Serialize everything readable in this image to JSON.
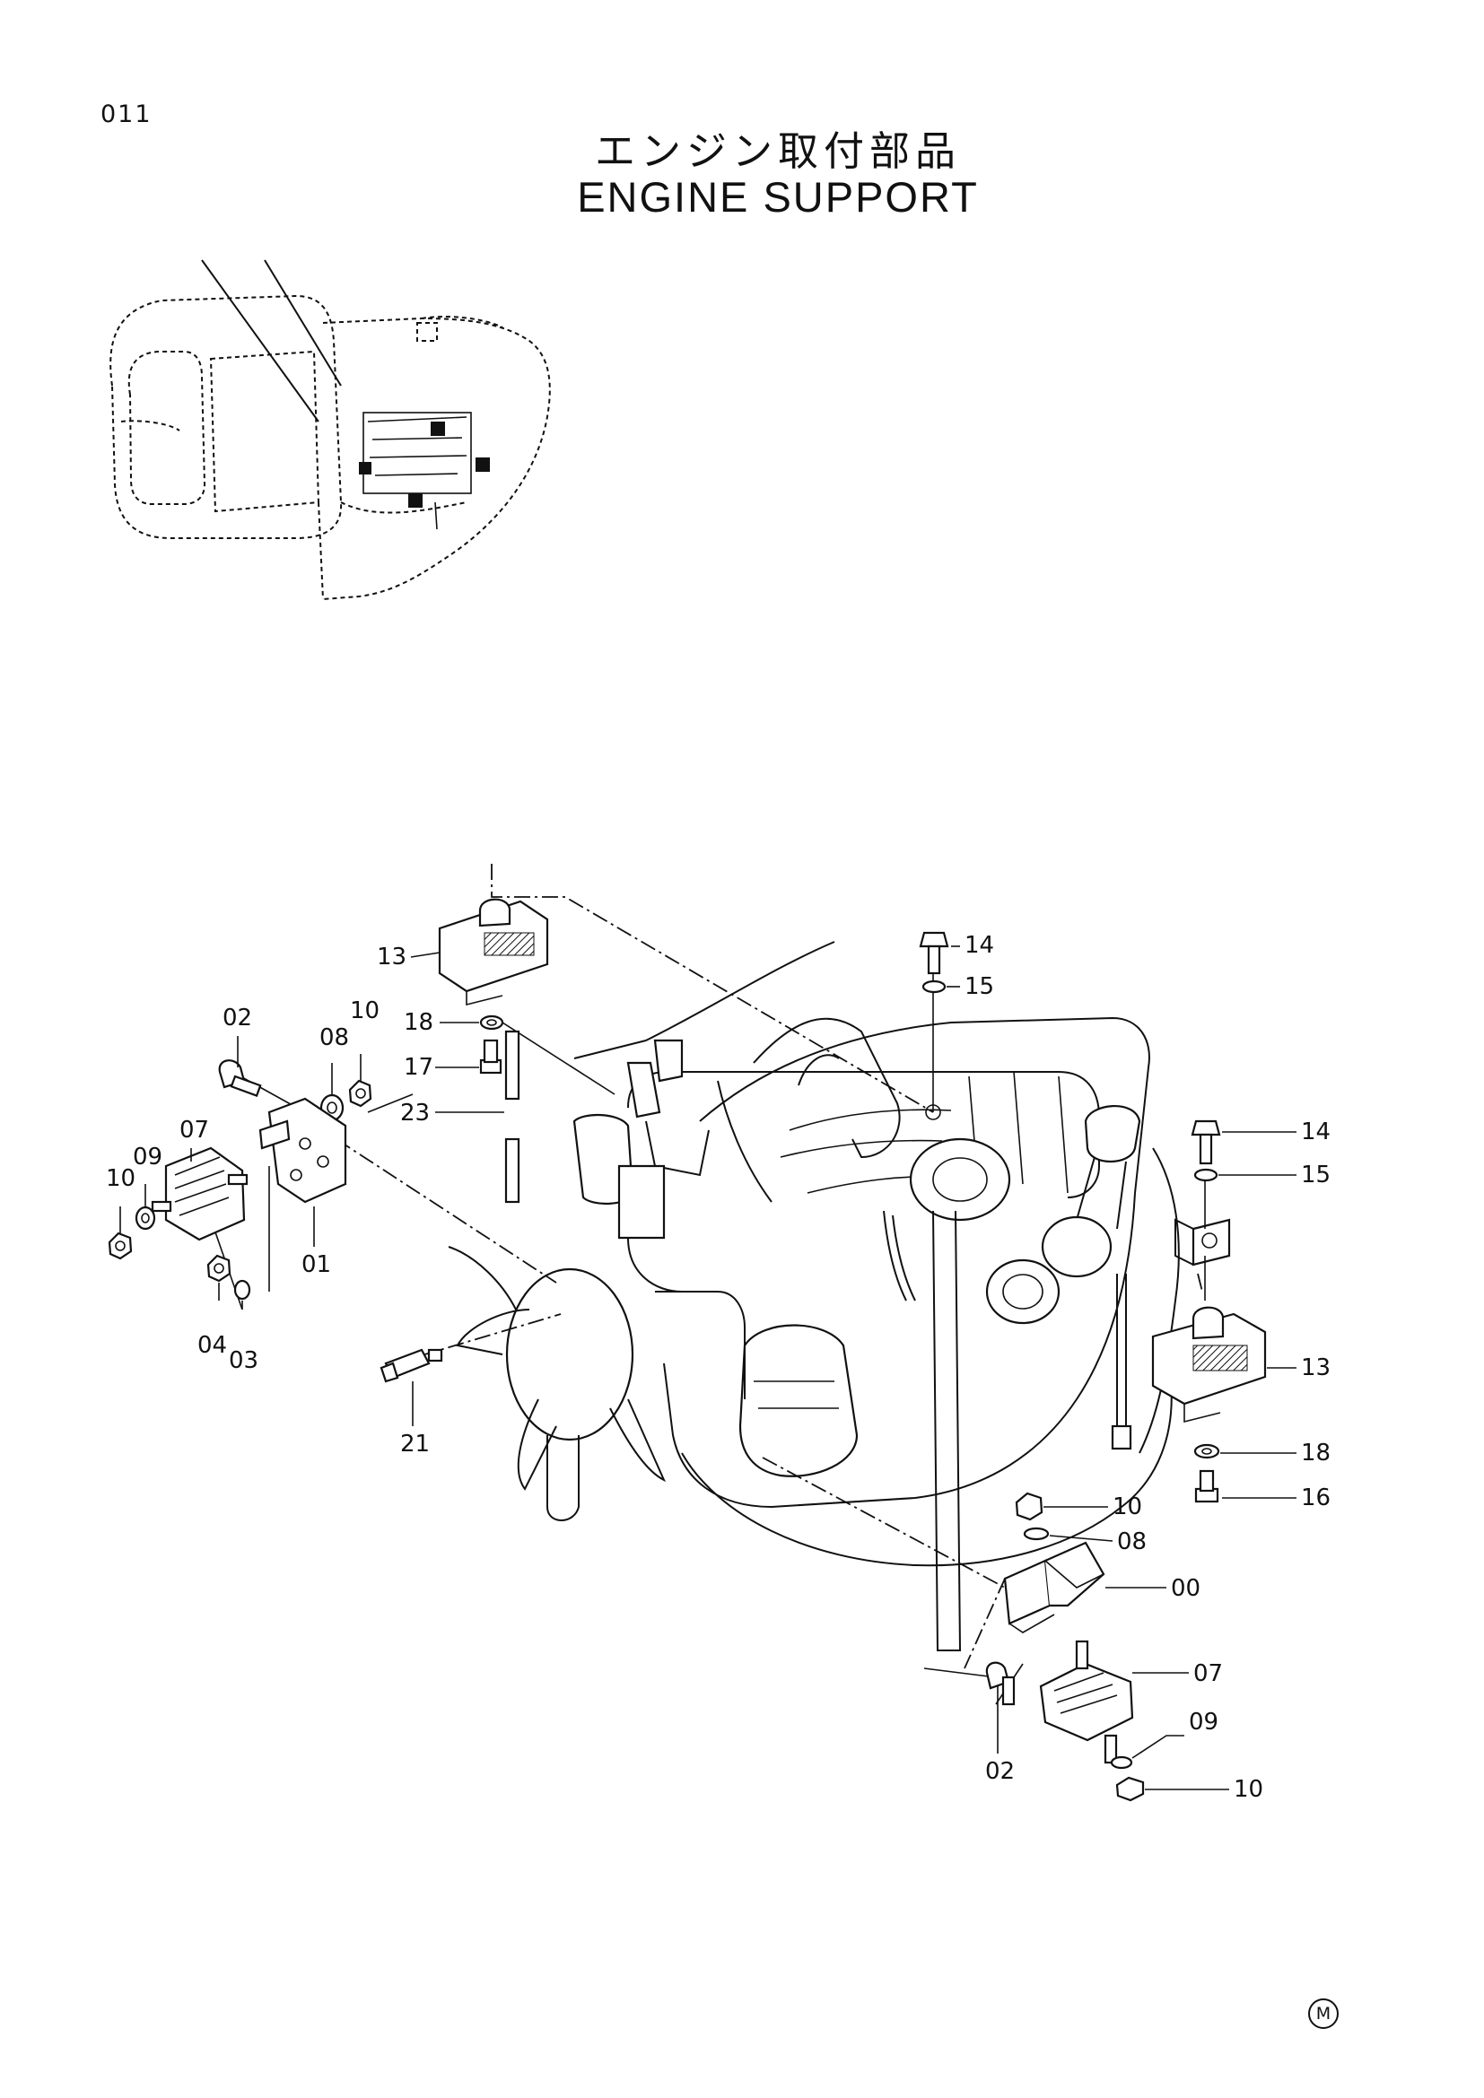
{
  "header": {
    "page_number": "011",
    "title_jp": "エンジン取付部品",
    "title_en": "ENGINE SUPPORT"
  },
  "callouts": {
    "c13_top": "13",
    "c18_top": "18",
    "c17": "17",
    "c23": "23",
    "c14_top": "14",
    "c15_top": "15",
    "c14_right": "14",
    "c15_right": "15",
    "c13_right": "13",
    "c18_right": "18",
    "c16": "16",
    "c02_left": "02",
    "c10_left_top": "10",
    "c08_left": "08",
    "c07_left": "07",
    "c09_left": "09",
    "c10_left_bottom": "10",
    "c01": "01",
    "c04": "04",
    "c03": "03",
    "c21": "21",
    "c10_br_top": "10",
    "c08_br": "08",
    "c00": "00",
    "c07_br": "07",
    "c09_br": "09",
    "c10_br_bottom": "10",
    "c02_br": "02"
  },
  "footer": {
    "mark": "M"
  }
}
